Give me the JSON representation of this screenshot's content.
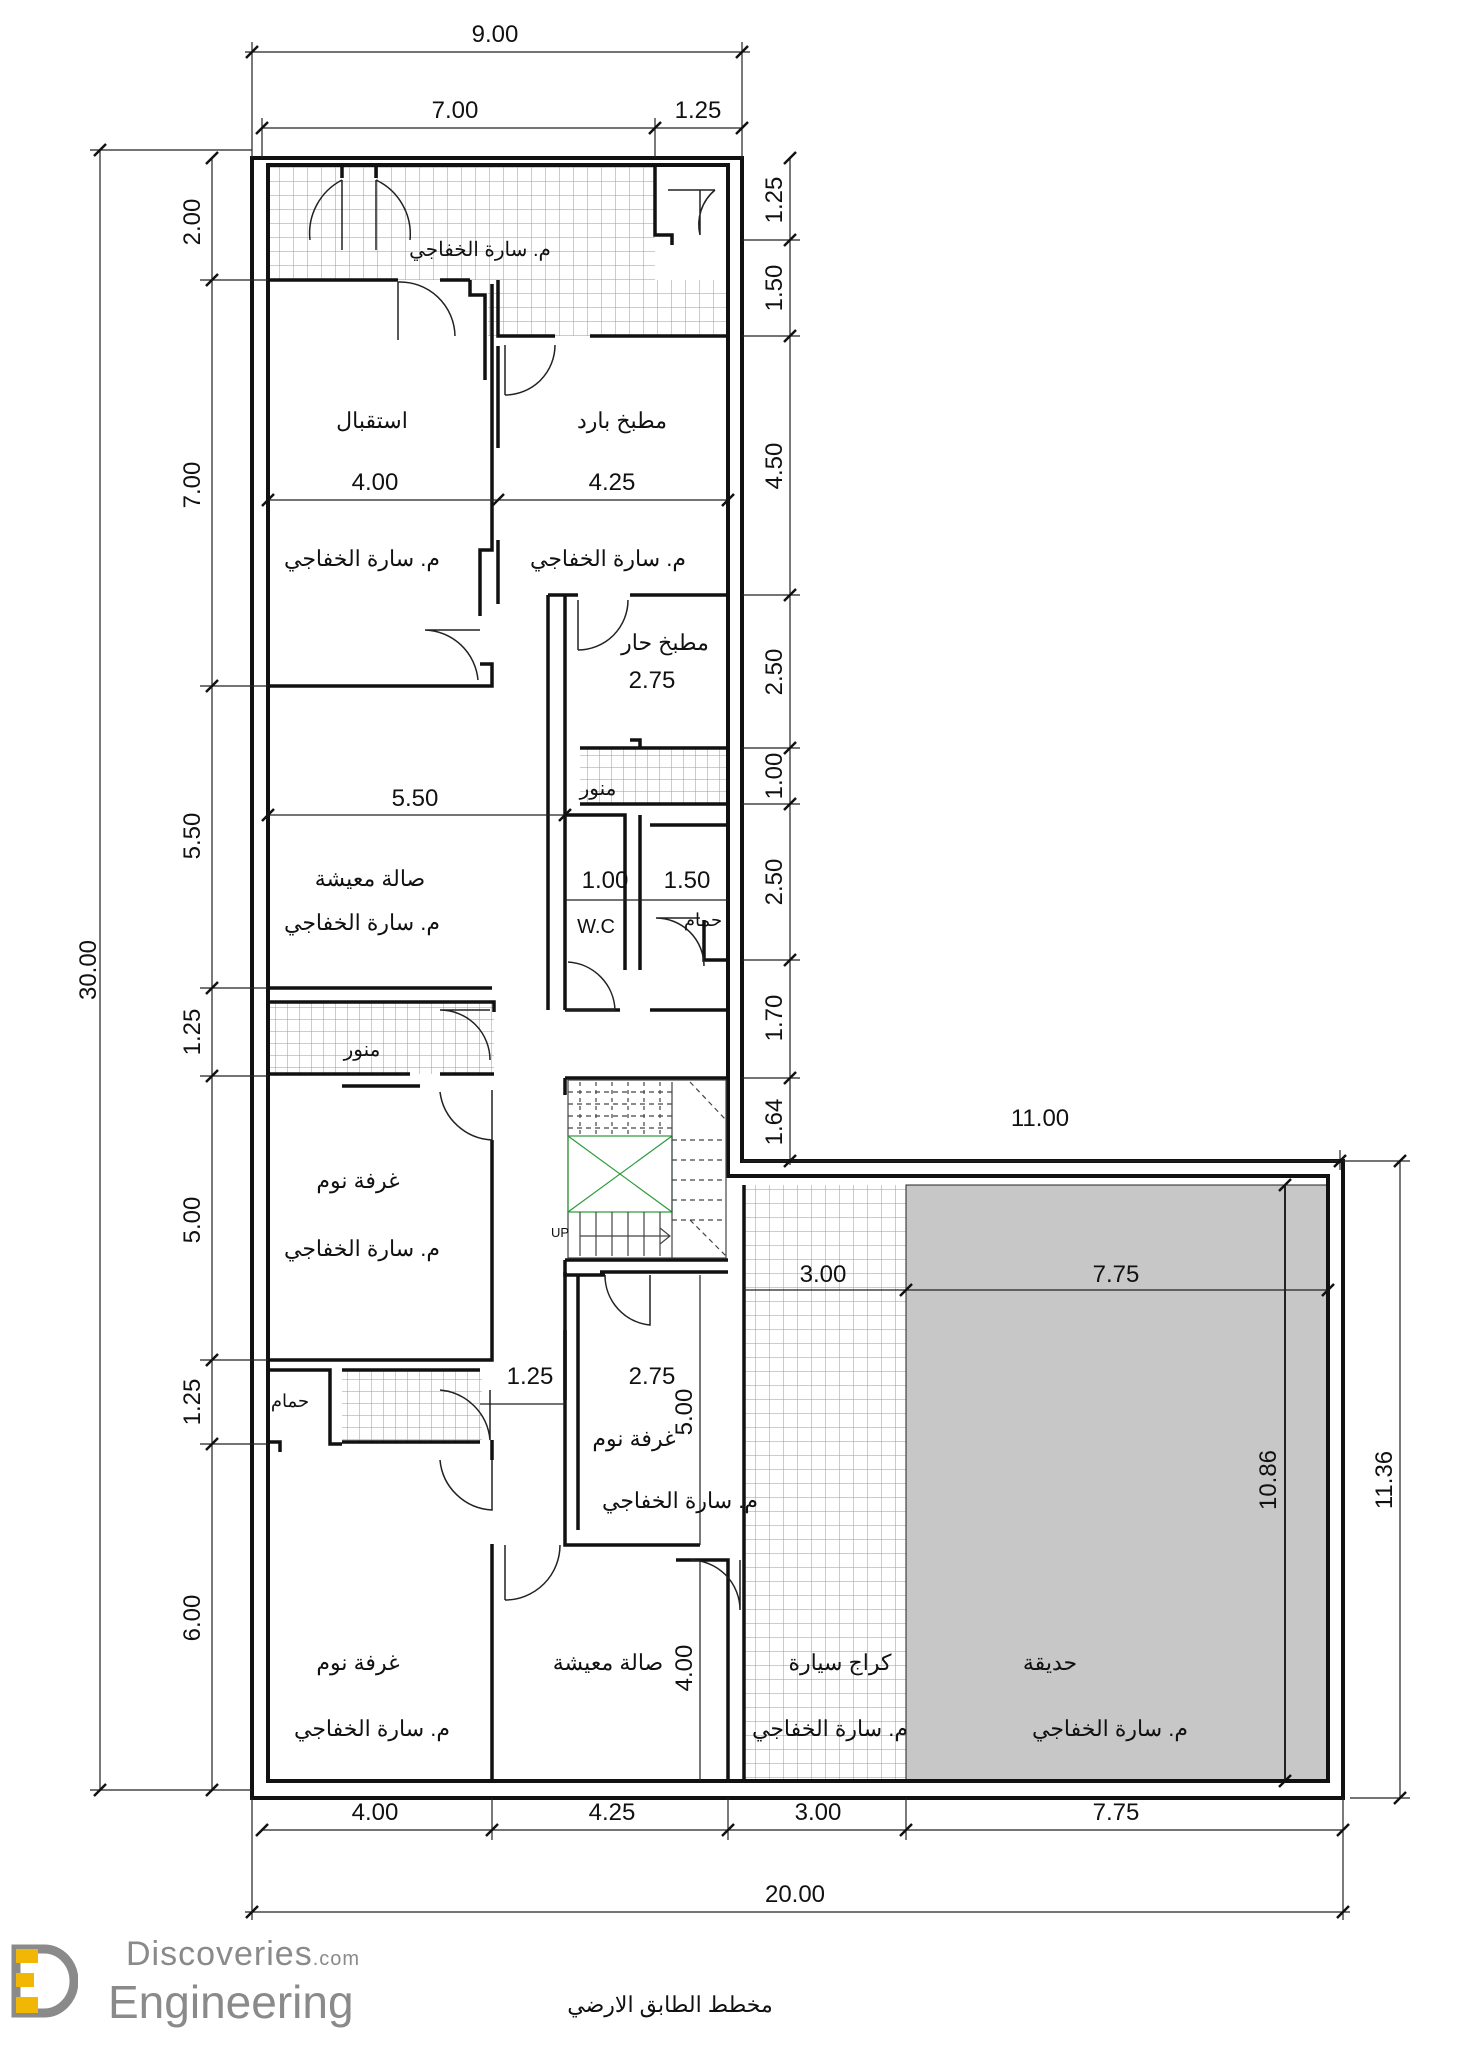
{
  "title": "مخطط الطابق الارضي",
  "watermark": {
    "top": "Discoveries",
    "top_suffix": ".com",
    "bottom": "Engineering"
  },
  "author_note": "م. سارة الخفاجي",
  "rooms": {
    "reception": "استقبال",
    "cold_kitchen": "مطبخ بارد",
    "hot_kitchen": "مطبخ حار",
    "living1": "صالة معيشة",
    "light_well1": "منور",
    "light_well2": "منور",
    "wc": "W.C",
    "bath1": "حمام",
    "bedroom1": "غرفة نوم",
    "bath2": "حمام",
    "bedroom2": "غرفة نوم",
    "bedroom3": "غرفة نوم",
    "living2": "صالة معيشة",
    "garage": "كراج سيارة",
    "garden": "حديقة",
    "up": "UP"
  },
  "dims": {
    "top_total": "9.00",
    "top_a": "7.00",
    "top_b": "1.25",
    "right_1": "1.25",
    "right_2": "1.50",
    "right_3": "4.50",
    "right_4": "2.50",
    "right_5": "1.00",
    "right_6": "2.50",
    "right_7": "1.70",
    "right_8": "1.64",
    "ext_top": "11.00",
    "ext_right_outer": "11.36",
    "ext_right_inner": "10.86",
    "left_total": "30.00",
    "left_1": "2.00",
    "left_2": "7.00",
    "left_3": "5.50",
    "left_4": "1.25",
    "left_5": "5.00",
    "left_6": "1.25",
    "left_7": "6.00",
    "reception_w": "4.00",
    "cold_kitchen_w": "4.25",
    "hot_kitchen_w": "2.75",
    "living1_w": "5.50",
    "wc_w": "1.00",
    "bath1_w": "1.50",
    "corridor_w": "1.25",
    "bed3_w": "2.75",
    "bed3_h": "5.00",
    "living2_h": "4.00",
    "garage_w": "3.00",
    "garden_w": "7.75",
    "bottom_1": "4.00",
    "bottom_2": "4.25",
    "bottom_3": "3.00",
    "bottom_4": "7.75",
    "bottom_total": "20.00"
  }
}
